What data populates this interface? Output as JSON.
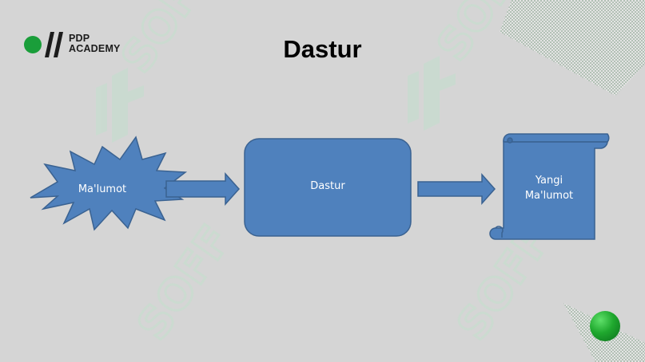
{
  "brand": {
    "line1": "PDP",
    "line2": "ACADEMY",
    "accent_color": "#1a9e3a"
  },
  "title": "Dastur",
  "watermark": {
    "text": "SOFF"
  },
  "flow": {
    "input": "Ma'lumot",
    "process": "Dastur",
    "output_line1": "Yangi",
    "output_line2": "Ma'lumot",
    "shape_color": "#4f81bd",
    "shape_border": "#3a6291"
  }
}
